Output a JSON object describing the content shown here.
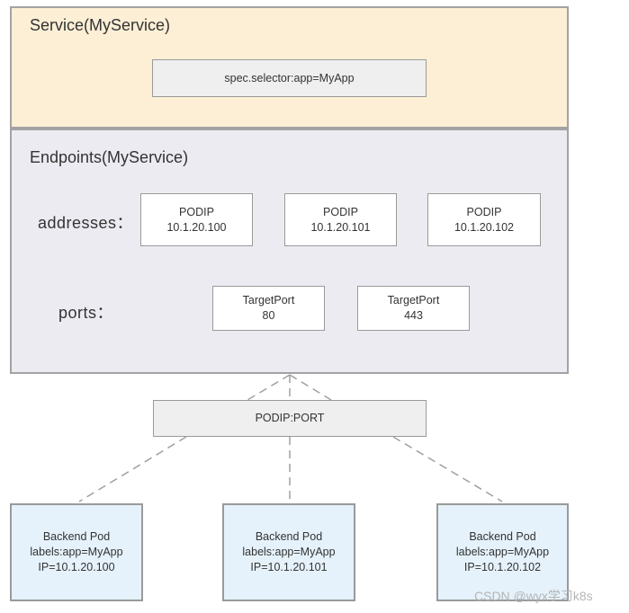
{
  "service": {
    "title": "Service(MyService)",
    "selector": "spec.selector:app=MyApp"
  },
  "endpoints": {
    "title": "Endpoints(MyService)",
    "addresses_label": "addresses：",
    "ports_label": "ports：",
    "addresses": [
      {
        "title": "PODIP",
        "value": "10.1.20.100"
      },
      {
        "title": "PODIP",
        "value": "10.1.20.101"
      },
      {
        "title": "PODIP",
        "value": "10.1.20.102"
      }
    ],
    "ports": [
      {
        "title": "TargetPort",
        "value": "80"
      },
      {
        "title": "TargetPort",
        "value": "443"
      }
    ]
  },
  "podip_port": "PODIP:PORT",
  "pods": [
    {
      "name": "Backend Pod",
      "labels": "labels:app=MyApp",
      "ip": "IP=10.1.20.100"
    },
    {
      "name": "Backend Pod",
      "labels": "labels:app=MyApp",
      "ip": "IP=10.1.20.101"
    },
    {
      "name": "Backend Pod",
      "labels": "labels:app=MyApp",
      "ip": "IP=10.1.20.102"
    }
  ],
  "watermark": "CSDN @wyx学习k8s",
  "colors": {
    "service_bg": "#fcefd6",
    "endpoints_bg": "#ecebf2",
    "pod_bg": "#e5f2fb",
    "border": "#a3a3a3",
    "connector": "#a0a0a0"
  }
}
